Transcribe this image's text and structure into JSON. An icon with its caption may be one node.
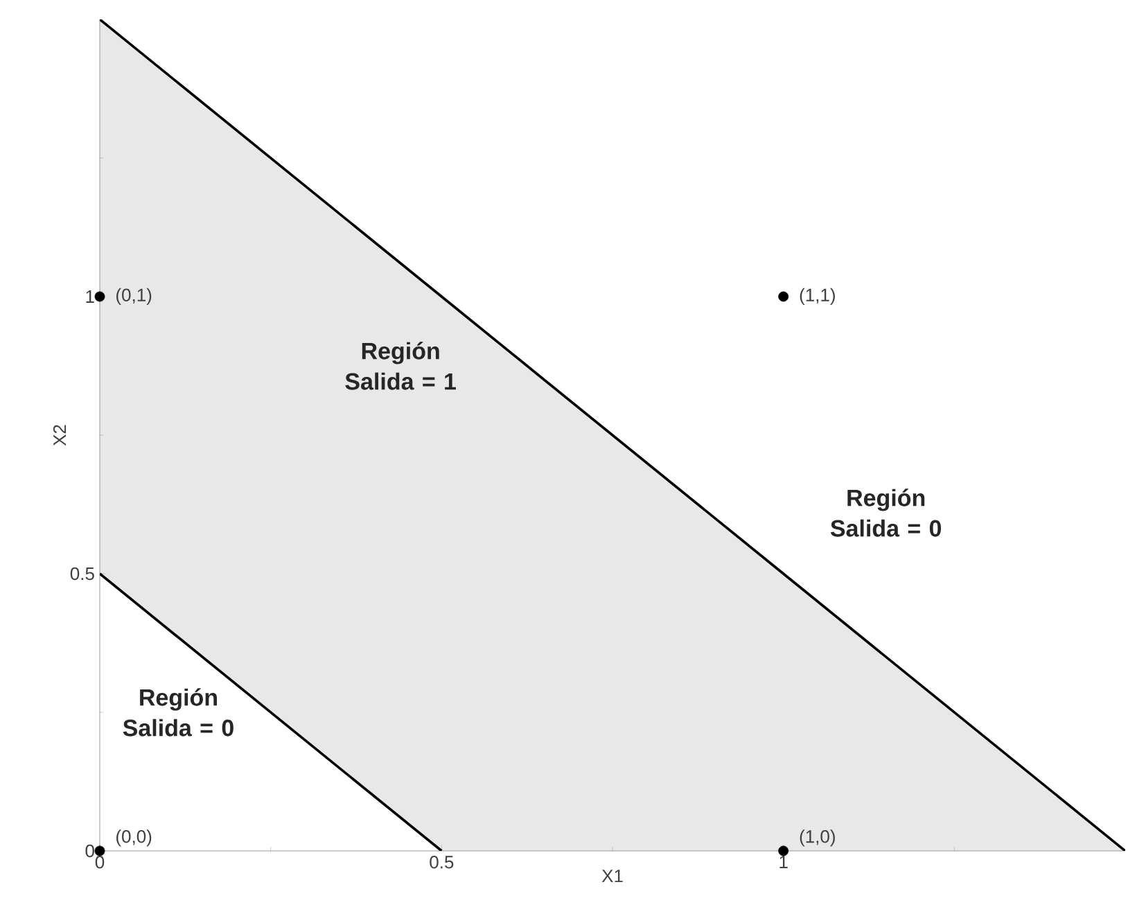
{
  "diagram": {
    "chart_data": {
      "type": "line",
      "xlabel": "X1",
      "ylabel": "X2",
      "xlim": [
        0,
        1.5
      ],
      "ylim": [
        0,
        1.5
      ],
      "xticks": [
        {
          "value": 0,
          "label": "0"
        },
        {
          "value": 0.5,
          "label": "0.5"
        },
        {
          "value": 1,
          "label": "1"
        }
      ],
      "yticks": [
        {
          "value": 0,
          "label": "0"
        },
        {
          "value": 0.5,
          "label": "0.5"
        },
        {
          "value": 1,
          "label": "1"
        }
      ],
      "x": [
        0,
        0.5,
        1,
        1.5
      ],
      "series": [
        {
          "color": "#000000",
          "values": [
            0.5,
            0,
            null,
            null
          ]
        },
        {
          "color": "#000000",
          "values": [
            1.5,
            1,
            0.5,
            0
          ]
        },
        {
          "type": "scatter",
          "color": "#000000",
          "values": [
            0,
            null,
            0,
            null
          ]
        },
        {
          "type": "scatter",
          "color": "#000000",
          "values": [
            1,
            null,
            1,
            null
          ]
        }
      ],
      "annotations": [
        "(0,1)",
        "(1,1)",
        "Región Salida = 1",
        "Región Salida = 0",
        "Región Salida = 0",
        "(0,0)",
        "(1,0)"
      ]
    }
  }
}
